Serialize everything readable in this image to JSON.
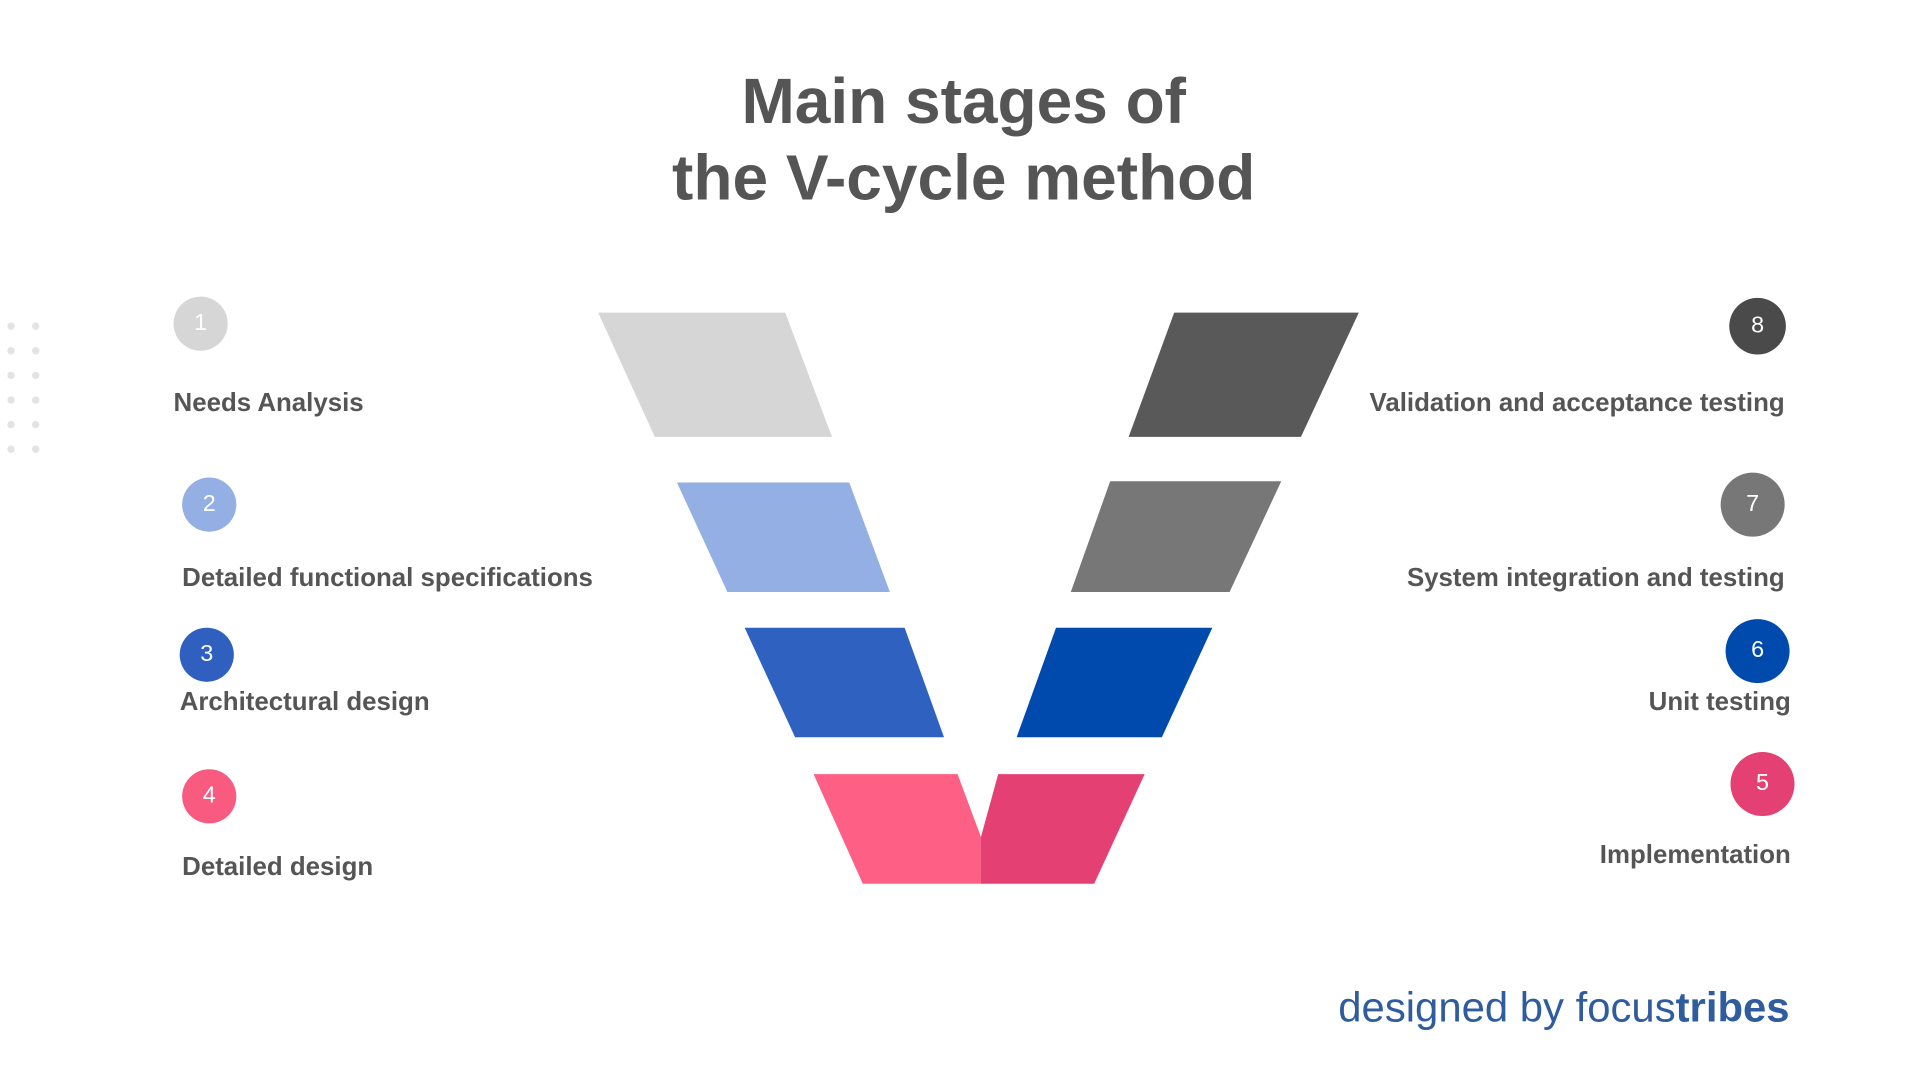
{
  "title": {
    "line1": "Main stages of",
    "line2": "the V-cycle method"
  },
  "stages": [
    {
      "number": "1",
      "label": "Needs Analysis",
      "color": "#d6d6d6"
    },
    {
      "number": "2",
      "label": "Detailed functional specifications",
      "color": "#94afe3"
    },
    {
      "number": "3",
      "label": "Architectural design",
      "color": "#2f62c0"
    },
    {
      "number": "4",
      "label": "Detailed design",
      "color": "#fe5f85"
    },
    {
      "number": "5",
      "label": "Implementation",
      "color": "#e54073"
    },
    {
      "number": "6",
      "label": "Unit testing",
      "color": "#004aad"
    },
    {
      "number": "7",
      "label": "System integration and testing",
      "color": "#777777"
    },
    {
      "number": "8",
      "label": "Validation and acceptance testing",
      "color": "#595959"
    }
  ],
  "brand": {
    "prefix": "designed by ",
    "name_light": "focus",
    "name_bold": "tribes"
  }
}
